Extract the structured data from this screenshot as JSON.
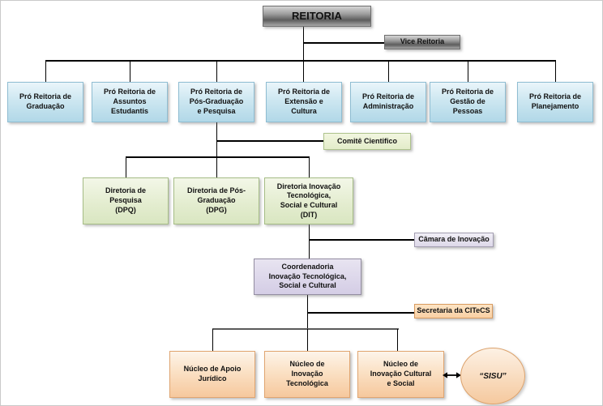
{
  "org": {
    "root": "REITORIA",
    "vice": "Vice Reitoria",
    "pro_reitorias": [
      "Pró Reitoria de\nGraduação",
      "Pró Reitoria de\nAssuntos\nEstudantis",
      "Pró Reitoria de\nPós-Graduação\ne Pesquisa",
      "Pró Reitoria de\nExtensão e\nCultura",
      "Pró Reitoria de\nAdministração",
      "Pró Reitoria de\nGestão de\nPessoas",
      "Pró Reitoria de\nPlanejamento"
    ],
    "comite": "Comitê Cientifico",
    "diretorias": [
      "Diretoria de\nPesquisa\n(DPQ)",
      "Diretoria de Pós-\nGraduação\n(DPG)",
      "Diretoria Inovação\nTecnológica,\nSocial e Cultural\n(DIT)"
    ],
    "camara": "Câmara de Inovação",
    "coordenadoria": "Coordenadoria\nInovação Tecnológica,\nSocial e Cultural",
    "secretaria": "Secretaria da CITeCS",
    "nucleos": [
      "Núcleo de Apoio\nJurídico",
      "Núcleo de\nInovação\nTecnológica",
      "Núcleo de\nInovação Cultural\ne Social"
    ],
    "external_partner": "“SISU”"
  },
  "colors": {
    "root_box": "#8c8c8c",
    "blue_box": "#bfdde9",
    "green_box": "#dfe9ca",
    "purple_box": "#d9d3e6",
    "orange_box": "#f8cda4",
    "connector": "#000000",
    "nucleo_bus": "#5a5a5a"
  }
}
